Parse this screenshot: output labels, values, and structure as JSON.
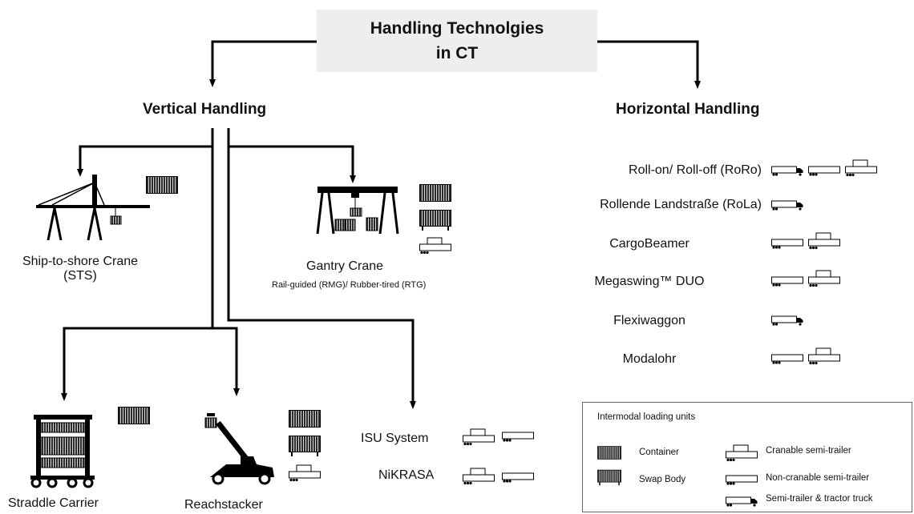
{
  "title": {
    "line1": "Handling Technolgies",
    "line2": "in CT"
  },
  "vertical": {
    "heading": "Vertical Handling",
    "sts": {
      "line1": "Ship-to-shore Crane",
      "line2": "(STS)"
    },
    "gantry": {
      "name": "Gantry Crane",
      "sub": "Rail-guided (RMG)/ Rubber-tired (RTG)"
    },
    "straddle": "Straddle Carrier",
    "reachstacker": "Reachstacker",
    "isu": "ISU System",
    "nikrasa": "NiKRASA"
  },
  "horizontal": {
    "heading": "Horizontal Handling",
    "items": [
      {
        "label": "Roll-on/ Roll-off (RoRo)",
        "icons": [
          "semi-tractor-icon",
          "noncranable-trailer-icon",
          "cranable-trailer-icon"
        ]
      },
      {
        "label": "Rollende Landstraße (RoLa)",
        "icons": [
          "semi-tractor-icon"
        ]
      },
      {
        "label": "CargoBeamer",
        "icons": [
          "noncranable-trailer-icon",
          "cranable-trailer-icon"
        ]
      },
      {
        "label": "Megaswing™ DUO",
        "icons": [
          "noncranable-trailer-icon",
          "cranable-trailer-icon"
        ]
      },
      {
        "label": "Flexiwaggon",
        "icons": [
          "semi-tractor-icon"
        ]
      },
      {
        "label": "Modalohr",
        "icons": [
          "noncranable-trailer-icon",
          "cranable-trailer-icon"
        ]
      }
    ]
  },
  "legend": {
    "title": "Intermodal loading units",
    "items": [
      {
        "label": "Container",
        "icon": "container-icon"
      },
      {
        "label": "Cranable semi-trailer",
        "icon": "cranable-trailer-icon"
      },
      {
        "label": "Swap Body",
        "icon": "swap-body-icon"
      },
      {
        "label": "Non-cranable semi-trailer",
        "icon": "noncranable-trailer-icon"
      },
      {
        "label": "Semi-trailer & tractor truck",
        "icon": "semi-tractor-icon"
      }
    ]
  }
}
